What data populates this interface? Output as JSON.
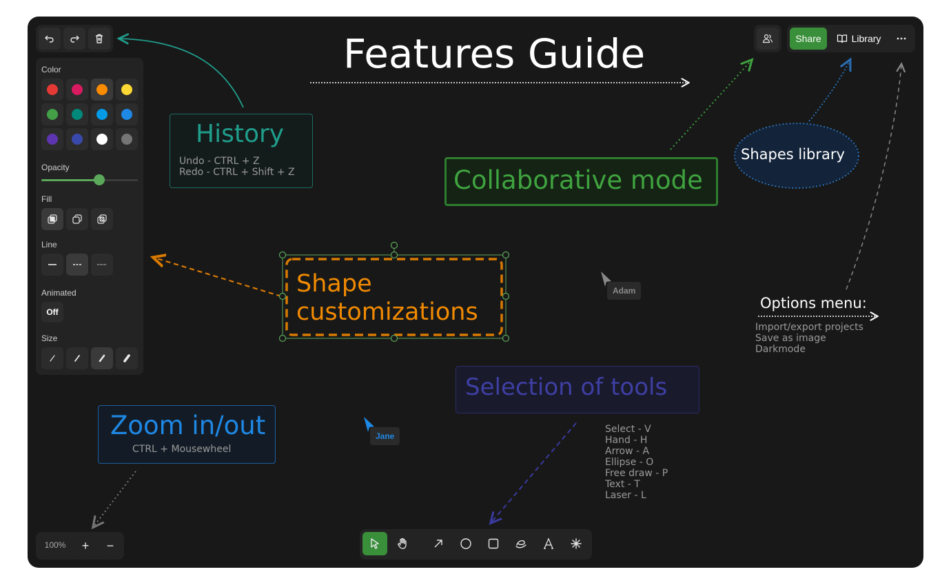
{
  "title": "Features Guide",
  "colors": {
    "accent_green": "#3a8f3a",
    "history_teal": "#1f9e8c",
    "collab_green": "#3fa33f",
    "orange": "#f18a00",
    "purple_tools": "#3e3fa3",
    "zoom_blue": "#1e88e5",
    "library_fill": "#13233a"
  },
  "history_toolbar": {
    "undo_icon": "undo-icon",
    "redo_icon": "redo-icon",
    "delete_icon": "trash-icon"
  },
  "style_panel": {
    "color_label": "Color",
    "colors": [
      "#e53935",
      "#d81b60",
      "#fb8c00",
      "#fdd835",
      "#43a047",
      "#00897b",
      "#039be5",
      "#1e88e5",
      "#5e35b1",
      "#3949ab",
      "#ffffff",
      "#757575"
    ],
    "selected_color_index": 2,
    "opacity_label": "Opacity",
    "opacity_value": 0.6,
    "fill_label": "Fill",
    "fill_options": [
      "fill-solid-icon",
      "fill-hollow-icon",
      "fill-hatch-icon"
    ],
    "line_label": "Line",
    "line_options": [
      "line-solid-icon",
      "line-dashed-icon",
      "line-dotted-icon"
    ],
    "selected_line_index": 1,
    "animated_label": "Animated",
    "animated_value": "Off",
    "size_label": "Size",
    "size_options": [
      "size-xs-icon",
      "size-s-icon",
      "size-m-icon",
      "size-l-icon"
    ],
    "selected_size_index": 2
  },
  "top_right": {
    "collaborators_icon": "users-icon",
    "share_label": "Share",
    "library_label": "Library",
    "library_icon": "book-icon",
    "more_icon": "ellipsis-icon"
  },
  "annotations": {
    "history_title": "History",
    "history_undo": "Undo - CTRL + Z",
    "history_redo": "Redo - CTRL + Shift + Z",
    "collab_title": "Collaborative mode",
    "shapes_library": "Shapes library",
    "shape_custom_line1": "Shape",
    "shape_custom_line2": "customizations",
    "options_title": "Options menu:",
    "options_items": [
      "Import/export projects",
      "Save as image",
      "Darkmode"
    ],
    "tools_title": "Selection of tools",
    "tools_items": [
      "Select - V",
      "Hand - H",
      "Arrow - A",
      "Ellipse - O",
      "Free draw - P",
      "Text - T",
      "Laser - L"
    ],
    "zoom_title": "Zoom in/out",
    "zoom_sub": "CTRL + Mousewheel"
  },
  "cursors": {
    "adam": "Adam",
    "jane": "Jane",
    "jane_color": "#1e88e5",
    "adam_color": "#888888"
  },
  "zoom": {
    "value": "100%",
    "plus": "+",
    "minus": "−"
  },
  "tools": [
    "select-icon",
    "hand-icon",
    "arrow-icon",
    "ellipse-icon",
    "rectangle-icon",
    "freedraw-icon",
    "text-icon",
    "laser-icon"
  ],
  "selected_tool_index": 0
}
